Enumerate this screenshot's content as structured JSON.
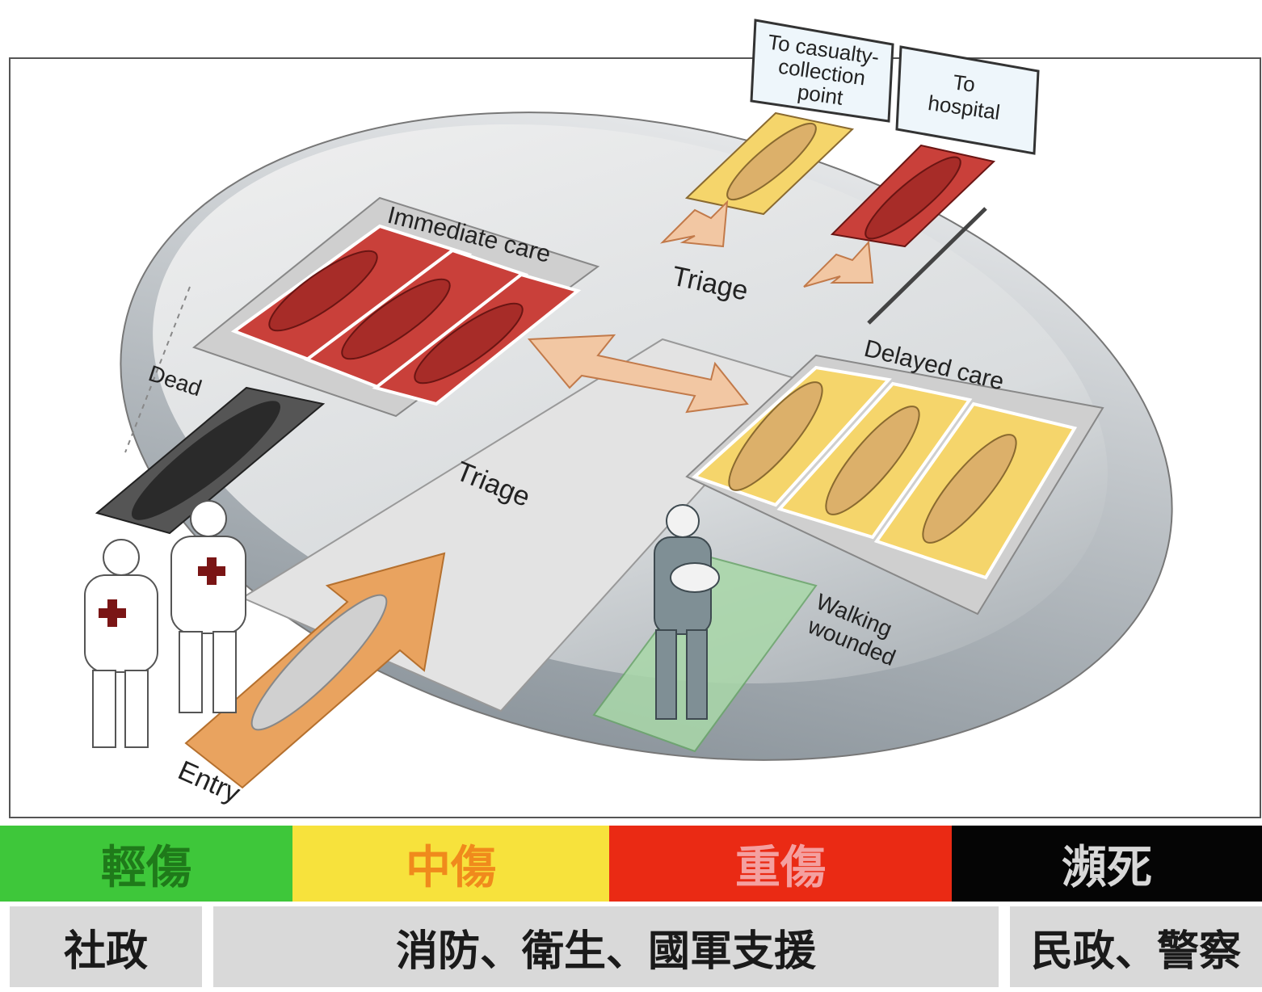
{
  "diagram": {
    "signs": {
      "casualty_collection": [
        "To casualty-",
        "collection",
        "point"
      ],
      "hospital": [
        "To",
        "hospital"
      ]
    },
    "labels": {
      "immediate_care": "Immediate care",
      "delayed_care": "Delayed care",
      "triage_top": "Triage",
      "triage_center": "Triage",
      "dead": "Dead",
      "walking_wounded_line1": "Walking",
      "walking_wounded_line2": "wounded",
      "entry": "Entry"
    }
  },
  "severity_band": [
    {
      "label": "輕傷",
      "bg": "#3ec73a",
      "fg": "#1f7a1a"
    },
    {
      "label": "中傷",
      "bg": "#f7e23c",
      "fg": "#f08a1c"
    },
    {
      "label": "重傷",
      "bg": "#ea2a14",
      "fg": "#f4a0a0"
    },
    {
      "label": "瀕死",
      "bg": "#050505",
      "fg": "#d8d8d8"
    }
  ],
  "support_row": [
    {
      "label": "社政"
    },
    {
      "label": "消防、衛生、國軍支援"
    },
    {
      "label": "民政、警察"
    }
  ],
  "colors": {
    "immediate": "#c9403a",
    "delayed": "#f5d56b",
    "dead": "#444444",
    "walking": "#a9d8a9",
    "entry_arrow": "#e9a35f"
  }
}
